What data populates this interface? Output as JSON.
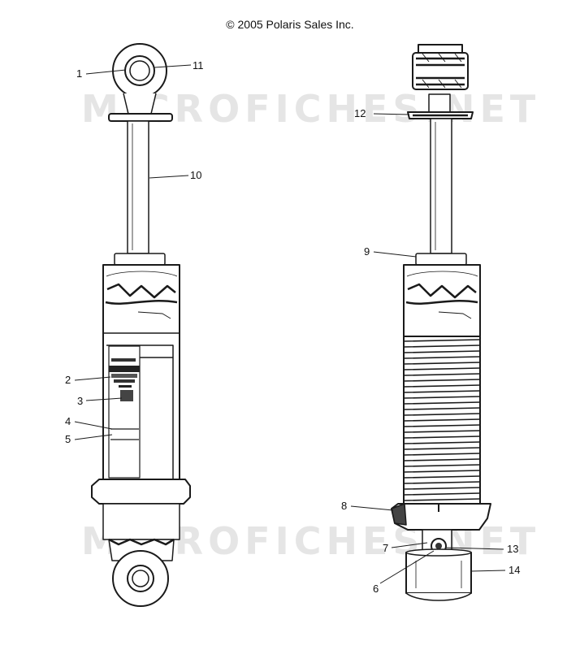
{
  "copyright": "© 2005 Polaris Sales Inc.",
  "watermark": "MICROFICHES.NET",
  "callouts": {
    "c1": "1",
    "c2": "2",
    "c3": "3",
    "c4": "4",
    "c5": "5",
    "c6": "6",
    "c7": "7",
    "c8": "8",
    "c9": "9",
    "c10": "10",
    "c11": "11",
    "c12": "12",
    "c13": "13",
    "c14": "14"
  },
  "colors": {
    "line": "#1a1a1a",
    "watermark": "#a0a0a0",
    "background": "#ffffff"
  }
}
